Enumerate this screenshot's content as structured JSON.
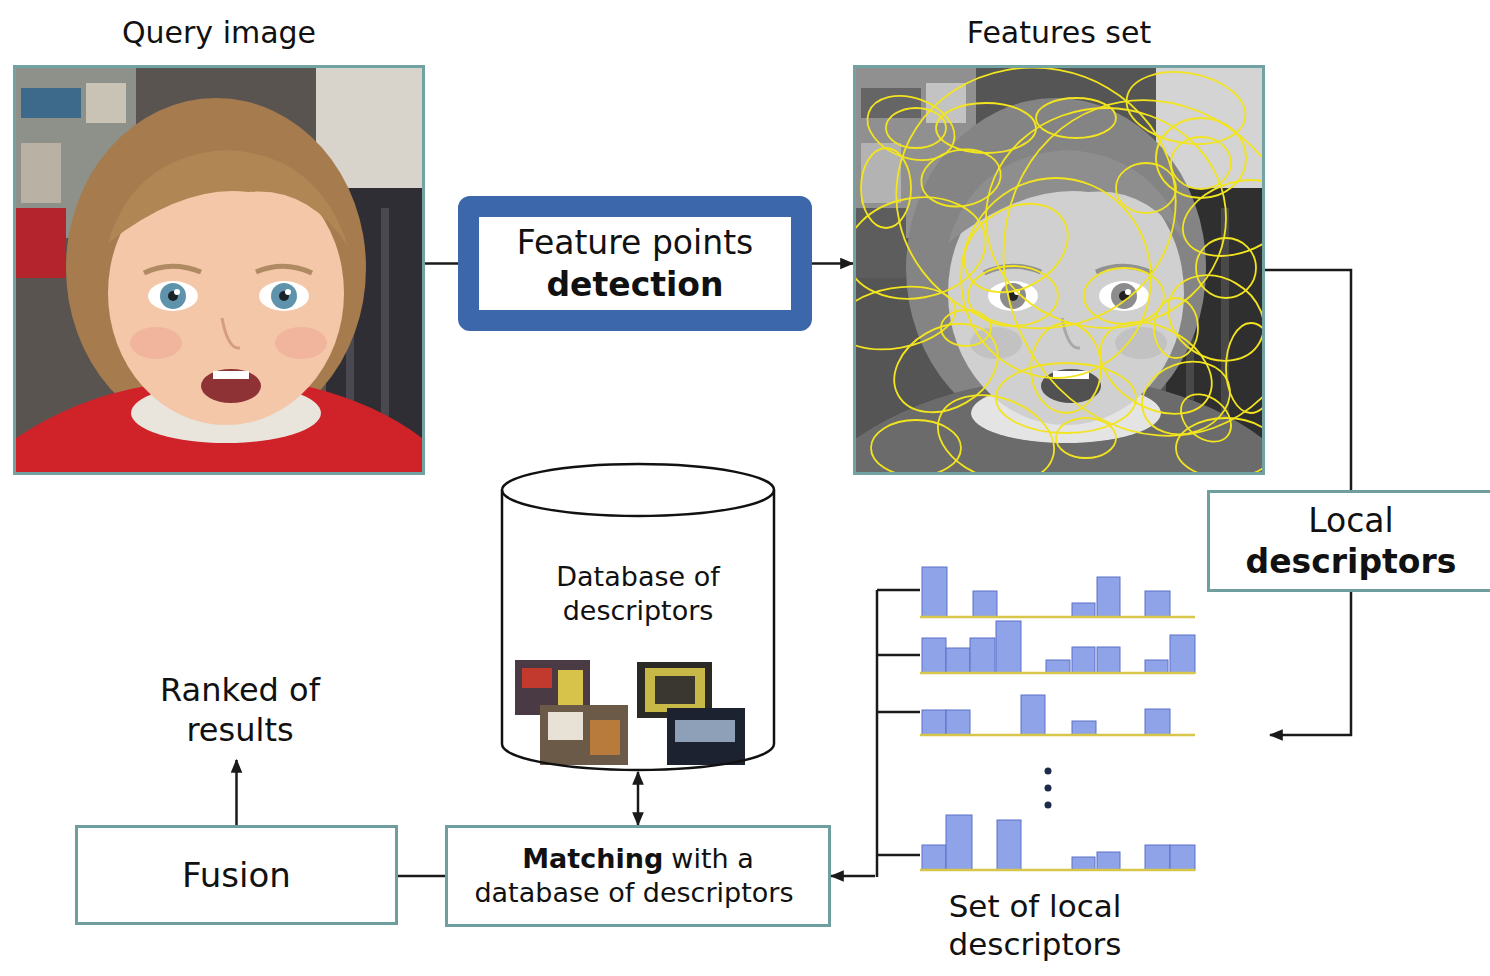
{
  "diagram": {
    "nodes": [
      {
        "text": [
          "Query image"
        ]
      },
      {
        "text": [
          "Feature points",
          "detection"
        ]
      },
      {
        "text": [
          "Features set"
        ]
      },
      {
        "text": [
          "Local",
          "descriptors"
        ]
      },
      {
        "text": [
          "Database of descriptors"
        ]
      },
      {
        "text": [
          "Ranked of results"
        ]
      },
      {
        "text": [
          "Set of local descriptors"
        ]
      },
      {
        "text": [
          "Fusion"
        ]
      },
      {
        "text": [
          "Matching",
          "with a database of descriptors"
        ]
      }
    ],
    "edges": [
      {
        "from": 0,
        "to": 1,
        "arrow": "none"
      },
      {
        "from": 1,
        "to": 2,
        "arrow": "to"
      },
      {
        "from": 2,
        "to": 3,
        "arrow": "none"
      },
      {
        "from": 3,
        "to": 6,
        "arrow": "to"
      },
      {
        "from": 6,
        "to": 8,
        "arrow": "to"
      },
      {
        "from": 4,
        "to": 8,
        "arrow": "both"
      },
      {
        "from": 8,
        "to": 7,
        "arrow": "none"
      },
      {
        "from": 7,
        "to": 5,
        "arrow": "to"
      }
    ]
  }
}
